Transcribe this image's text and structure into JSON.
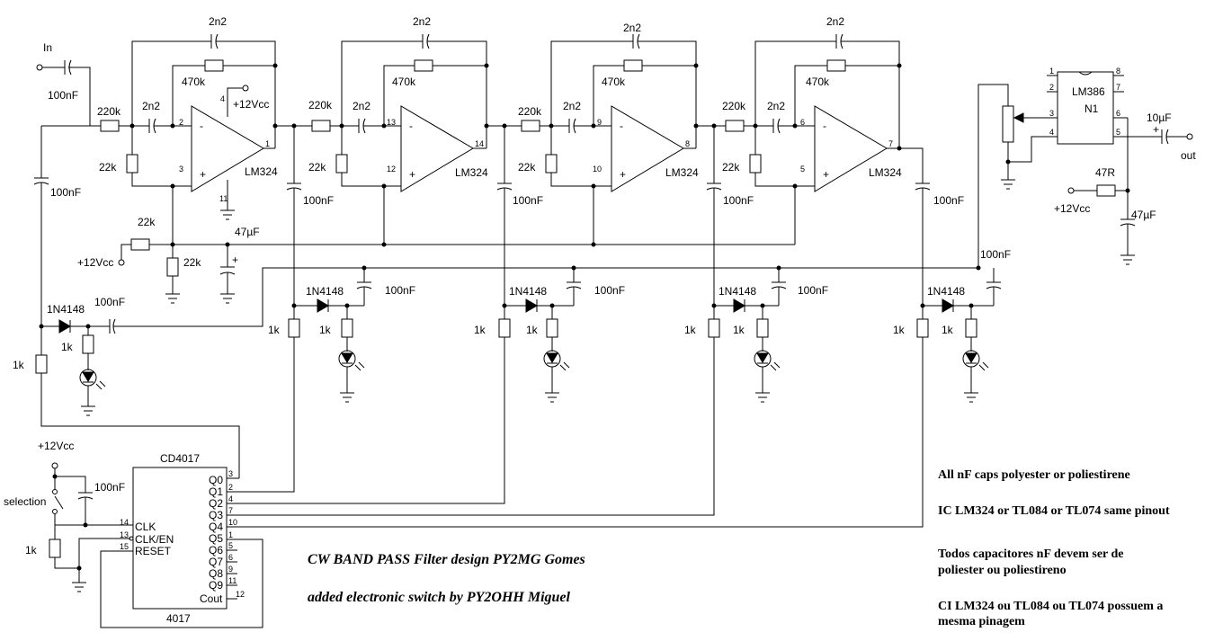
{
  "labels": {
    "input": "In",
    "output": "out",
    "supply": "+12Vcc",
    "selection": "selection"
  },
  "components": {
    "cap_2n2": "2n2",
    "cap_100nF": "100nF",
    "cap_47uF": "47µF",
    "cap_10uF": "10µF",
    "res_220k": "220k",
    "res_470k": "470k",
    "res_22k": "22k",
    "res_1k": "1k",
    "res_47R": "47R",
    "diode": "1N4148",
    "opamp": "LM324",
    "amplifier": "LM386",
    "amp_ref": "N1",
    "counter": "CD4017",
    "counter_short": "4017"
  },
  "counter_pins": {
    "Q0": "Q0",
    "Q1": "Q1",
    "Q2": "Q2",
    "Q3": "Q3",
    "Q4": "Q4",
    "Q5": "Q5",
    "Q6": "Q6",
    "Q7": "Q7",
    "Q8": "Q8",
    "Q9": "Q9",
    "clk": "CLK",
    "clken": "CLK/EN",
    "reset": "RESET",
    "cout": "Cout"
  },
  "title": {
    "line1": "CW BAND PASS Filter design PY2MG Gomes",
    "line2": "added electronic switch by PY2OHH Miguel"
  },
  "notes": [
    "All nF caps polyester or poliestirene",
    "IC LM324 or TL084 or TL074 same pinout",
    "Todos capacitores nF devem ser de",
    "poliester ou poliestireno",
    "CI LM324 ou TL084 ou TL074 possuem a",
    "mesma pinagem"
  ]
}
